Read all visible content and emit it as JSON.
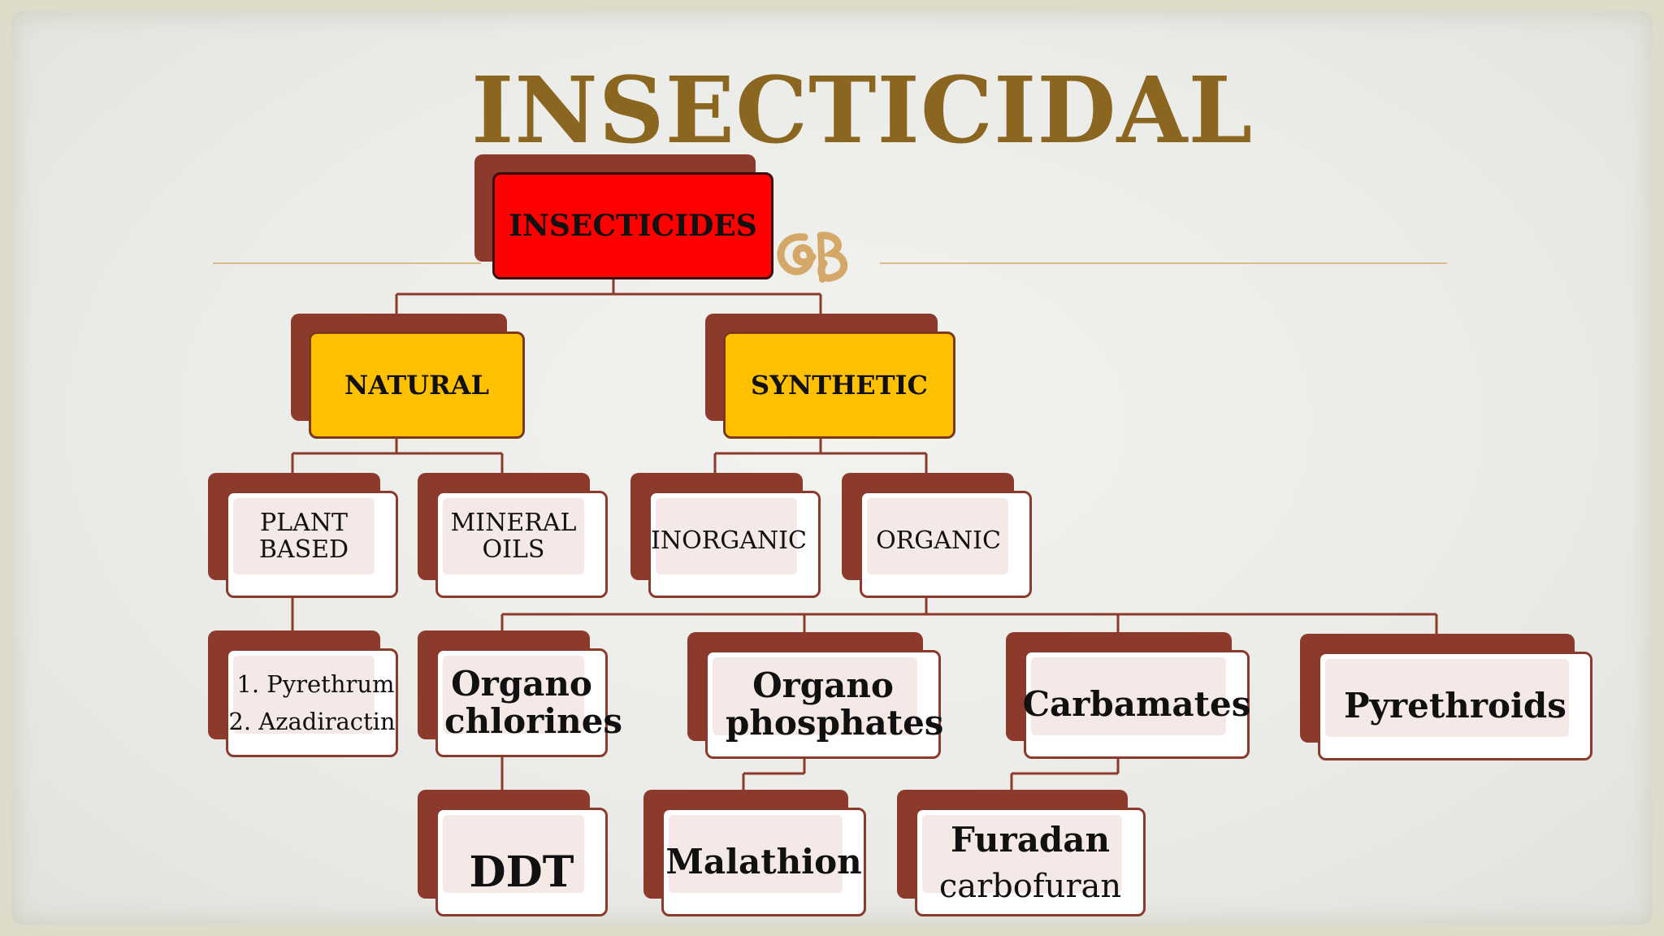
{
  "title": "INSECTICIDAL",
  "diagram": {
    "root": "INSECTICIDES",
    "natural": "NATURAL",
    "synthetic": "SYNTHETIC",
    "plant_based": "PLANT BASED",
    "mineral_oils": "MINERAL OILS",
    "inorganic": "INORGANIC",
    "organic": "ORGANIC",
    "plant_examples": [
      "1. Pyrethrum",
      "2. Azadiractin"
    ],
    "organochlorines": "Organo chlorines",
    "organophosphates": "Organo phosphates",
    "carbamates": "Carbamates",
    "pyrethroids": "Pyrethroids",
    "ddt": "DDT",
    "malathion": "Malathion",
    "furadan": "Furadan",
    "carbofuran": "carbofuran"
  },
  "colors": {
    "title": "#8a6620",
    "root_fill": "#ff0000",
    "branch_fill": "#ffc000",
    "shadow": "#8b3a2b",
    "connector": "#8b3a2b"
  }
}
